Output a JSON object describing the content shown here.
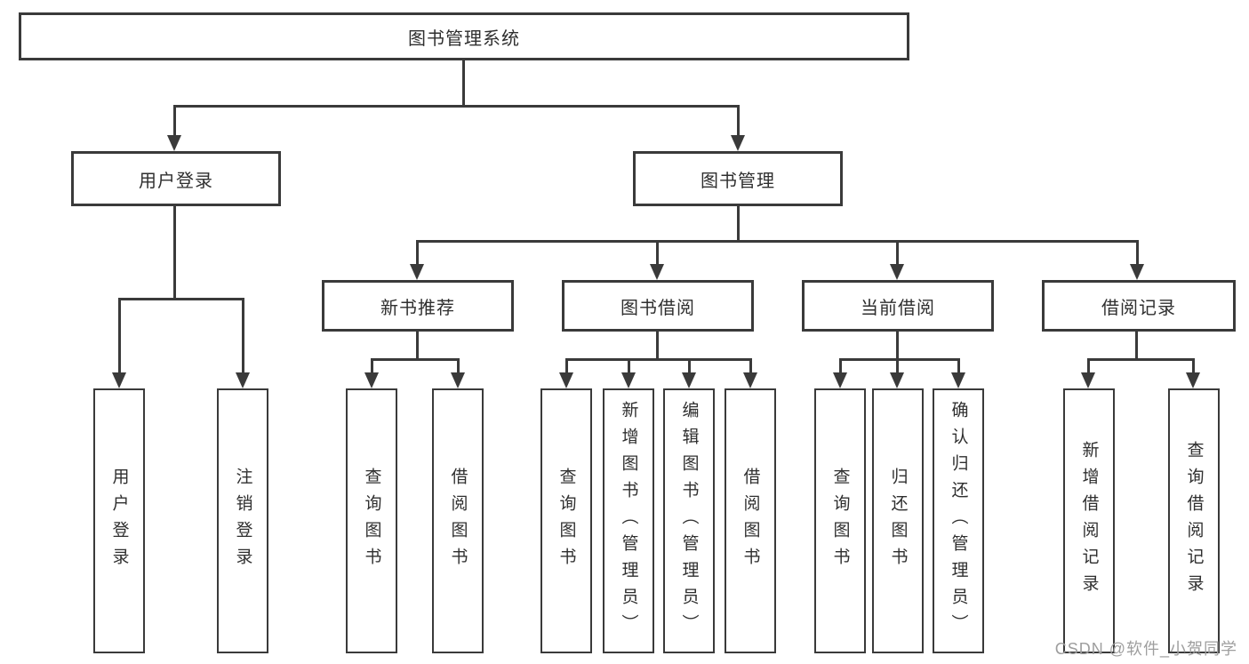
{
  "tree": {
    "root": {
      "label": "图书管理系统"
    },
    "level2": [
      {
        "label": "用户登录"
      },
      {
        "label": "图书管理"
      }
    ],
    "level3": [
      {
        "label": "新书推荐"
      },
      {
        "label": "图书借阅"
      },
      {
        "label": "当前借阅"
      },
      {
        "label": "借阅记录"
      }
    ],
    "leaves": {
      "user_login": [
        "用户登录",
        "注销登录"
      ],
      "new_book": [
        "查询图书",
        "借阅图书"
      ],
      "borrow": [
        "查询图书",
        "新增图书（管理员）",
        "编辑图书（管理员）",
        "借阅图书"
      ],
      "current": [
        "查询图书",
        "归还图书",
        "确认归还（管理员）"
      ],
      "records": [
        "新增借阅记录",
        "查询借阅记录"
      ]
    }
  },
  "watermark": {
    "text": "CSDN @软件_小贺同学"
  },
  "colors": {
    "line": "#3a3a3a",
    "text": "#2f2f2f",
    "background": "#ffffff",
    "watermark": "#9e9e9e"
  }
}
